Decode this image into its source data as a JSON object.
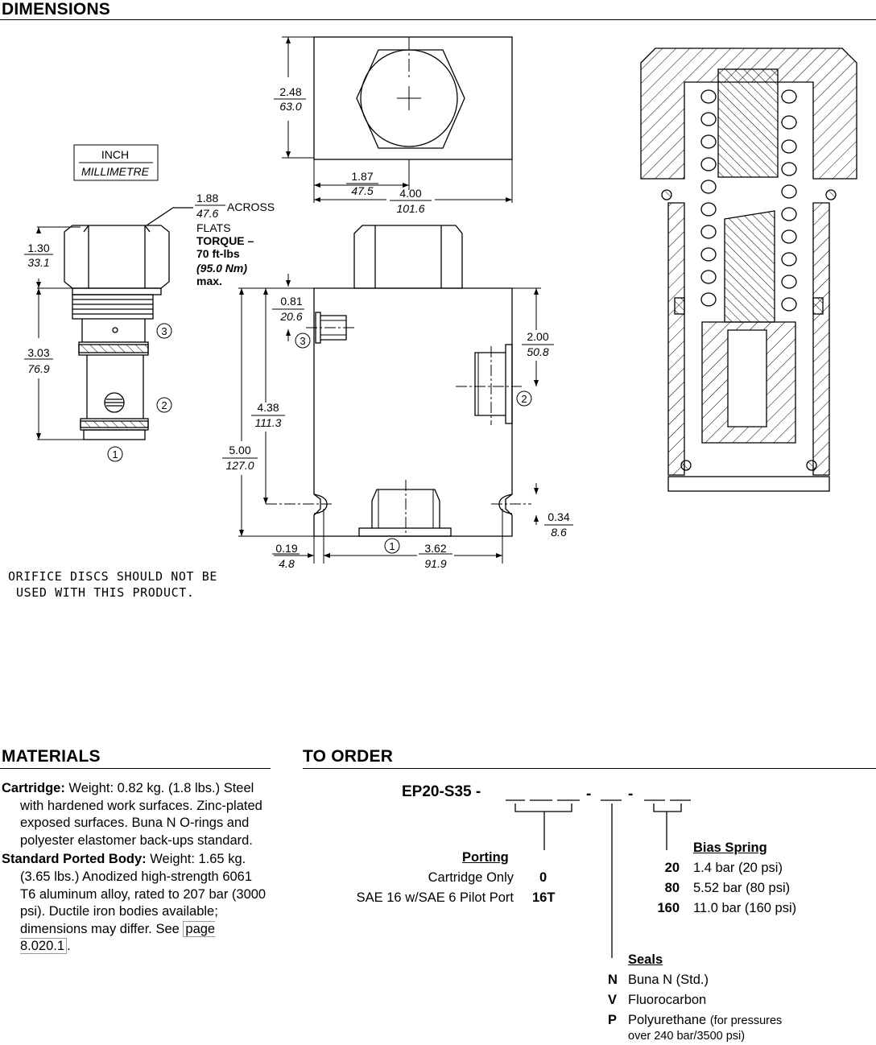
{
  "sections": {
    "dimensions": "DIMENSIONS",
    "materials": "MATERIALS",
    "to_order": "TO ORDER"
  },
  "drawing": {
    "legend": {
      "inch": "INCH",
      "millimetre": "MILLIMETRE"
    },
    "across_flats": {
      "inch": "1.88",
      "mm": "47.6",
      "label1": "ACROSS",
      "label2": "FLATS"
    },
    "torque": {
      "line1": "TORQUE –",
      "line2": "70 ft-lbs",
      "line3": "(95.0 Nm)",
      "line4": "max."
    },
    "dims": {
      "hex_height": {
        "inch": "1.30",
        "mm": "33.1"
      },
      "body_len": {
        "inch": "3.03",
        "mm": "76.9"
      },
      "block_top_h": {
        "inch": "2.48",
        "mm": "63.0"
      },
      "block_w_inner": {
        "inch": "1.87",
        "mm": "47.5"
      },
      "block_w": {
        "inch": "4.00",
        "mm": "101.6"
      },
      "port3_off": {
        "inch": "0.81",
        "mm": "20.6"
      },
      "port2_off": {
        "inch": "2.00",
        "mm": "50.8"
      },
      "mount_h": {
        "inch": "4.38",
        "mm": "111.3"
      },
      "block_h": {
        "inch": "5.00",
        "mm": "127.0"
      },
      "hole_off": {
        "inch": "0.34",
        "mm": "8.6"
      },
      "edge_off": {
        "inch": "0.19",
        "mm": "4.8"
      },
      "hole_span": {
        "inch": "3.62",
        "mm": "91.9"
      }
    },
    "ports": {
      "p1": "1",
      "p2": "2",
      "p3": "3"
    },
    "note_line1": "ORIFICE DISCS SHOULD NOT BE",
    "note_line2": "USED WITH THIS PRODUCT."
  },
  "materials": {
    "cartridge_label": "Cartridge:",
    "cartridge_text": " Weight: 0.82 kg. (1.8 lbs.) Steel with hardened work surfaces. Zinc-plated exposed surfaces. Buna N O-rings and polyester elastomer back-ups standard.",
    "body_label": "Standard Ported Body:",
    "body_text": " Weight: 1.65 kg. (3.65 lbs.) Anodized high-strength 6061 T6 aluminum alloy, rated to 207 bar (3000 psi). Ductile iron bodies available; dimensions may differ. See ",
    "body_link": "page 8.020.1",
    "body_end": "."
  },
  "order": {
    "model": "EP20-S35 -",
    "sep1": "-",
    "sep2": "-",
    "porting": {
      "title": "Porting",
      "options": [
        {
          "label": "Cartridge Only",
          "code": "0"
        },
        {
          "label": "SAE 16 w/SAE 6 Pilot Port",
          "code": "16T"
        }
      ]
    },
    "bias_spring": {
      "title": "Bias Spring",
      "options": [
        {
          "code": "20",
          "label": "1.4 bar (20 psi)"
        },
        {
          "code": "80",
          "label": "5.52 bar (80 psi)"
        },
        {
          "code": "160",
          "label": "11.0 bar (160 psi)"
        }
      ]
    },
    "seals": {
      "title": "Seals",
      "options": [
        {
          "code": "N",
          "label": "Buna N (Std.)"
        },
        {
          "code": "V",
          "label": "Fluorocarbon"
        },
        {
          "code": "P",
          "label": "Polyurethane",
          "small": "(for pressures",
          "small2": "over 240 bar/3500 psi)"
        }
      ]
    }
  }
}
